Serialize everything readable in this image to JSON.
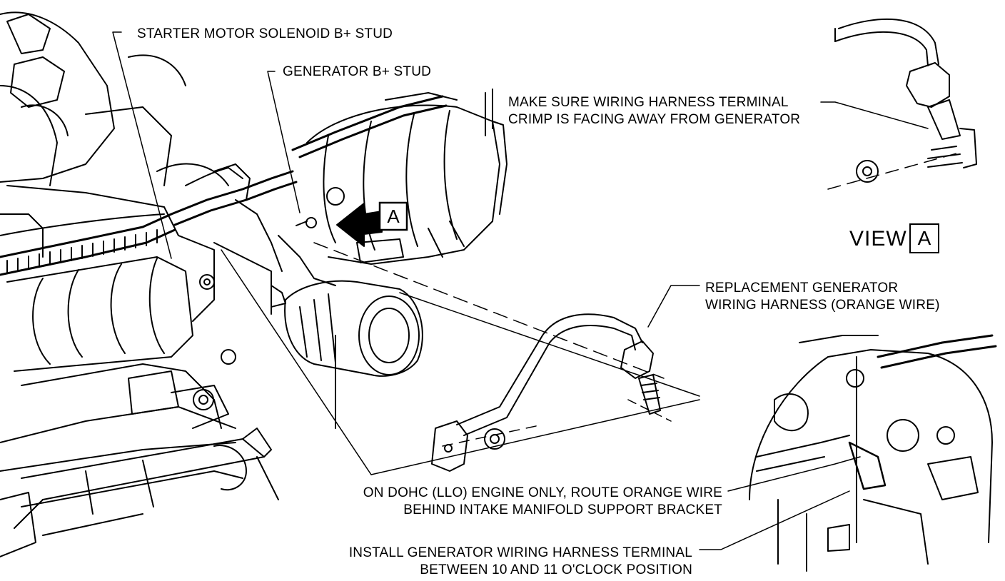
{
  "callouts": {
    "starter_solenoid": "STARTER MOTOR SOLENOID B+ STUD",
    "generator_stud": "GENERATOR B+ STUD",
    "terminal_crimp_line1": "MAKE SURE WIRING HARNESS TERMINAL",
    "terminal_crimp_line2": "CRIMP IS FACING AWAY FROM GENERATOR",
    "replacement_line1": "REPLACEMENT GENERATOR",
    "replacement_line2": "WIRING HARNESS (ORANGE WIRE)",
    "dohc_line1": "ON DOHC (LLO) ENGINE ONLY, ROUTE ORANGE WIRE",
    "dohc_line2": "BEHIND INTAKE MANIFOLD SUPPORT BRACKET",
    "install_line1": "INSTALL GENERATOR WIRING HARNESS TERMINAL",
    "install_line2": "BETWEEN 10 AND 11 O'CLOCK POSITION"
  },
  "view": {
    "word": "VIEW",
    "letter": "A",
    "marker_letter": "A"
  }
}
